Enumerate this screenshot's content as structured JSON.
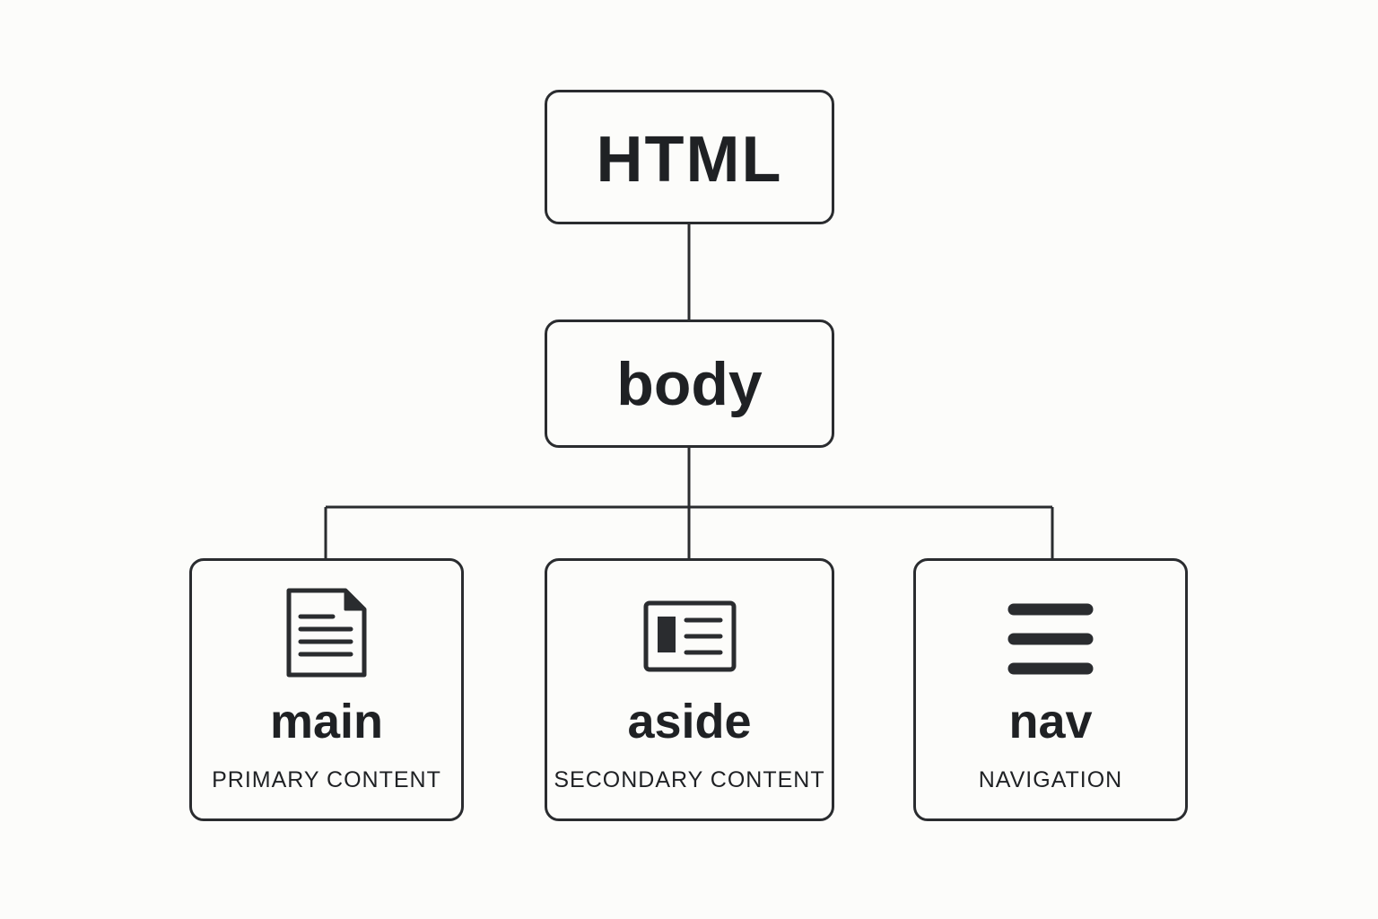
{
  "diagram": {
    "root": {
      "label": "HTML"
    },
    "body": {
      "label": "body"
    },
    "children": [
      {
        "label": "main",
        "description": "PRIMARY CONTENT",
        "icon": "document-icon"
      },
      {
        "label": "aside",
        "description": "SECONDARY CONTENT",
        "icon": "sidebar-card-icon"
      },
      {
        "label": "nav",
        "description": "NAVIGATION",
        "icon": "hamburger-menu-icon"
      }
    ]
  },
  "colors": {
    "background": "#fcfcfa",
    "stroke": "#2a2c2f",
    "text": "#1f2124"
  }
}
